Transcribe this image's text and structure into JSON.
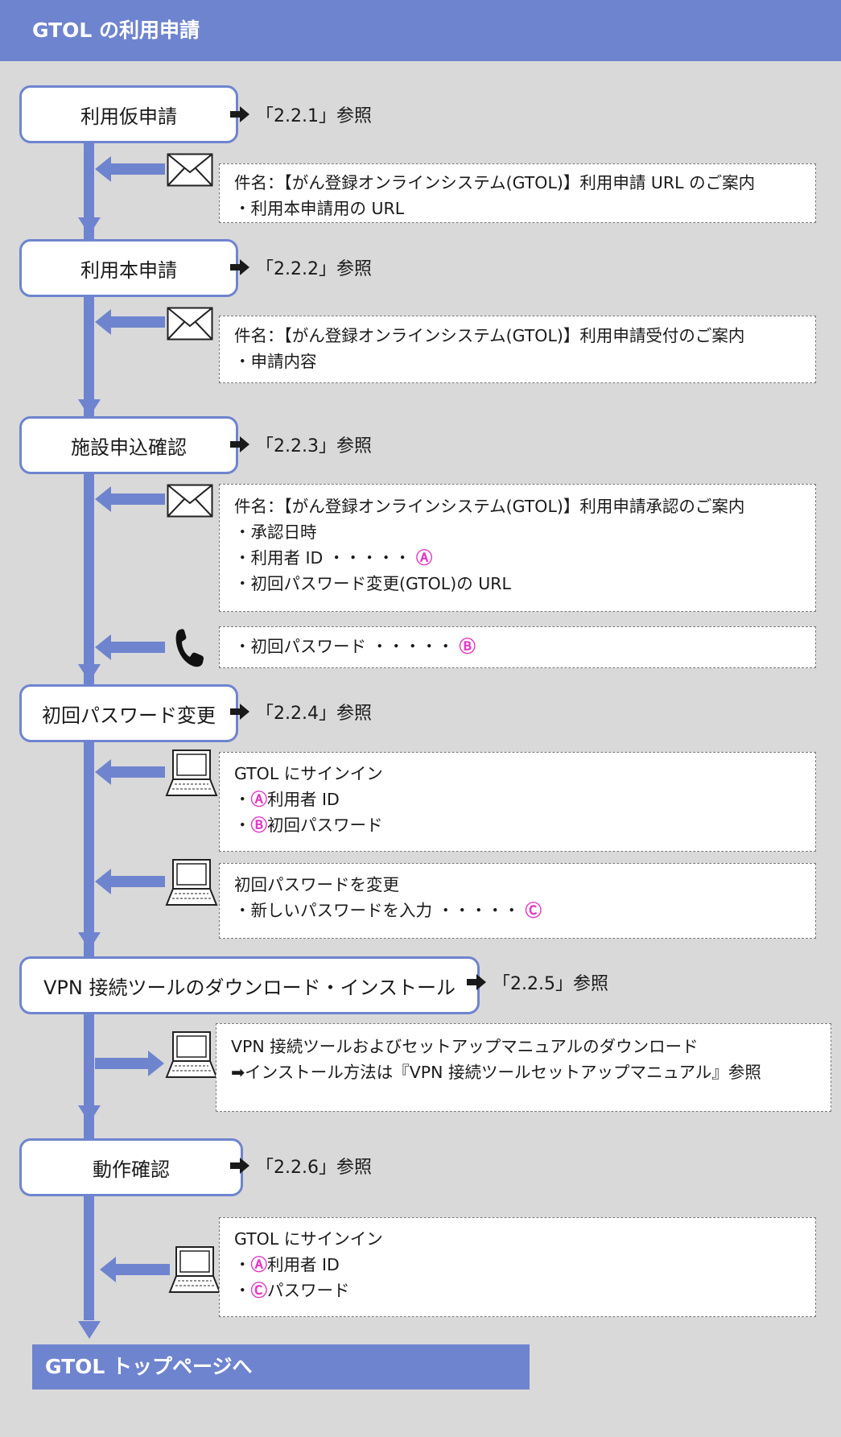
{
  "header": {
    "title": "GTOL の利用申請"
  },
  "footer": {
    "label": "GTOL トップページへ"
  },
  "steps": [
    {
      "label": "利用仮申請",
      "ref": "「2.2.1」参照"
    },
    {
      "label": "利用本申請",
      "ref": "「2.2.2」参照"
    },
    {
      "label": "施設申込確認",
      "ref": "「2.2.3」参照"
    },
    {
      "label": "初回パスワード変更",
      "ref": "「2.2.4」参照"
    },
    {
      "label": "VPN 接続ツールのダウンロード・インストール",
      "ref": "「2.2.5」参照"
    },
    {
      "label": "動作確認",
      "ref": "「2.2.6」参照"
    }
  ],
  "notes": {
    "mail1": {
      "subject": "件名：【がん登録オンラインシステム(GTOL)】利用申請 URL のご案内",
      "item1": "・利用本申請用の URL"
    },
    "mail2": {
      "subject": "件名：【がん登録オンラインシステム(GTOL)】利用申請受付のご案内",
      "item1": "・申請内容"
    },
    "mail3": {
      "subject": "件名：【がん登録オンラインシステム(GTOL)】利用申請承認のご案内",
      "item1": "・承認日時",
      "item2": "・利用者 ID ・・・・・",
      "item2_mark": "Ⓐ",
      "item3": "・初回パスワード変更(GTOL)の URL"
    },
    "phone": {
      "item1": "・初回パスワード ・・・・・",
      "item1_mark": "Ⓑ"
    },
    "signin1": {
      "title": "GTOL にサインイン",
      "bullet": "・",
      "mark_a": "Ⓐ",
      "item_a": "利用者 ID",
      "mark_b": "Ⓑ",
      "item_b": "初回パスワード"
    },
    "change": {
      "title": "初回パスワードを変更",
      "item1": "・新しいパスワードを入力 ・・・・・",
      "item1_mark": "Ⓒ"
    },
    "vpn": {
      "line1": "VPN 接続ツールおよびセットアップマニュアルのダウンロード",
      "line2": "➡インストール方法は『VPN 接続ツールセットアップマニュアル』参照"
    },
    "signin2": {
      "title": "GTOL にサインイン",
      "bullet": "・",
      "mark_a": "Ⓐ",
      "item_a": "利用者 ID",
      "mark_c": "Ⓒ",
      "item_c": "パスワード"
    }
  },
  "icons": {
    "mail": "envelope-icon",
    "phone": "phone-icon",
    "computer": "computer-icon",
    "forward": "right-arrow-icon"
  },
  "colors": {
    "accent": "#6f84cf",
    "marker": "#e23bc5",
    "background": "#d9d9d9"
  }
}
